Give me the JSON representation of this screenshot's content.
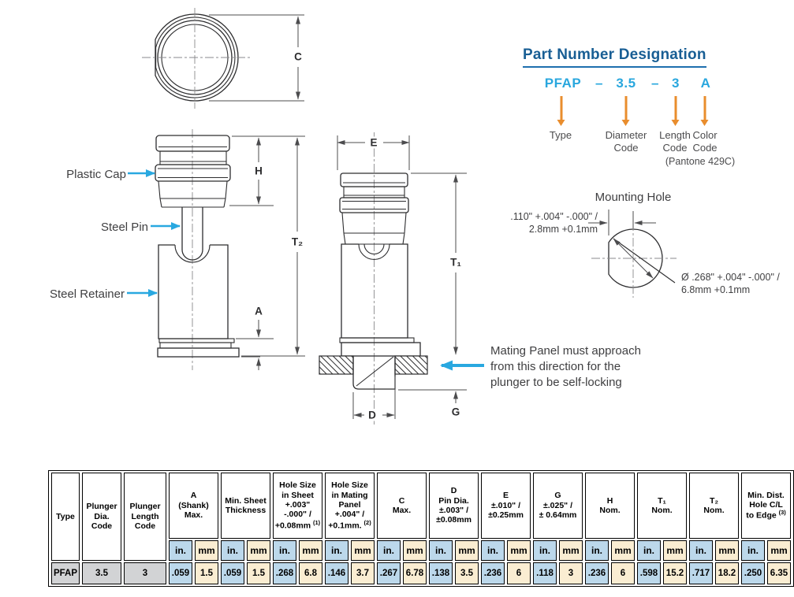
{
  "part_number": {
    "title": "Part Number Designation",
    "segments": [
      "PFAP",
      "–",
      "3.5",
      "–",
      "3",
      "A"
    ],
    "labels": [
      "Type",
      "Diameter\nCode",
      "Length\nCode",
      "Color\nCode"
    ],
    "pantone_note": "(Pantone 429C)"
  },
  "drawings": {
    "labels": {
      "plastic_cap": "Plastic Cap",
      "steel_pin": "Steel Pin",
      "steel_retainer": "Steel Retainer"
    },
    "dims": {
      "c": "C",
      "h": "H",
      "t2": "T₂",
      "a": "A",
      "e": "E",
      "t1": "T₁",
      "d": "D",
      "g": "G"
    },
    "mating_note": "Mating Panel must approach\nfrom this direction for the\nplunger to be self-locking"
  },
  "mounting_hole": {
    "title": "Mounting Hole",
    "slot_dim": ".110\" +.004\" -.000\" /\n2.8mm +0.1mm",
    "dia_dim": "Ø .268\" +.004\" -.000\" /\n6.8mm +0.1mm"
  },
  "colors": {
    "accent_blue": "#29a8e0",
    "heading_blue": "#185e94",
    "arrow_orange": "#e98d2d",
    "cell_in_blue": "#bcd8eb",
    "cell_mm_cream": "#faedd2",
    "cell_gray": "#d2d3d5"
  },
  "table": {
    "fixed_columns": [
      "Type",
      "Plunger\nDia.\nCode",
      "Plunger\nLength\nCode"
    ],
    "groups": [
      {
        "label": "A\n(Shank)\nMax.",
        "sup": ""
      },
      {
        "label": "Min. Sheet\nThickness",
        "sup": ""
      },
      {
        "label": "Hole Size\nin Sheet\n+.003\"\n-.000\" /\n+0.08mm",
        "sup": "(1)"
      },
      {
        "label": "Hole Size\nin Mating\nPanel\n+.004\" /\n+0.1mm.",
        "sup": "(2)"
      },
      {
        "label": "C\nMax.",
        "sup": ""
      },
      {
        "label": "D\nPin Dia.\n±.003\" /\n±0.08mm",
        "sup": ""
      },
      {
        "label": "E\n±.010\" /\n±0.25mm",
        "sup": ""
      },
      {
        "label": "G\n±.025\" /\n± 0.64mm",
        "sup": ""
      },
      {
        "label": "H\nNom.",
        "sup": ""
      },
      {
        "label": "T₁\nNom.",
        "sup": ""
      },
      {
        "label": "T₂\nNom.",
        "sup": ""
      },
      {
        "label": "Min. Dist.\nHole C/L\nto Edge",
        "sup": "(3)"
      }
    ],
    "units": [
      "in.",
      "mm"
    ],
    "row": {
      "fixed": [
        "PFAP",
        "3.5",
        "3"
      ],
      "values": [
        [
          ".059",
          "1.5"
        ],
        [
          ".059",
          "1.5"
        ],
        [
          ".268",
          "6.8"
        ],
        [
          ".146",
          "3.7"
        ],
        [
          ".267",
          "6.78"
        ],
        [
          ".138",
          "3.5"
        ],
        [
          ".236",
          "6"
        ],
        [
          ".118",
          "3"
        ],
        [
          ".236",
          "6"
        ],
        [
          ".598",
          "15.2"
        ],
        [
          ".717",
          "18.2"
        ],
        [
          ".250",
          "6.35"
        ]
      ]
    }
  }
}
